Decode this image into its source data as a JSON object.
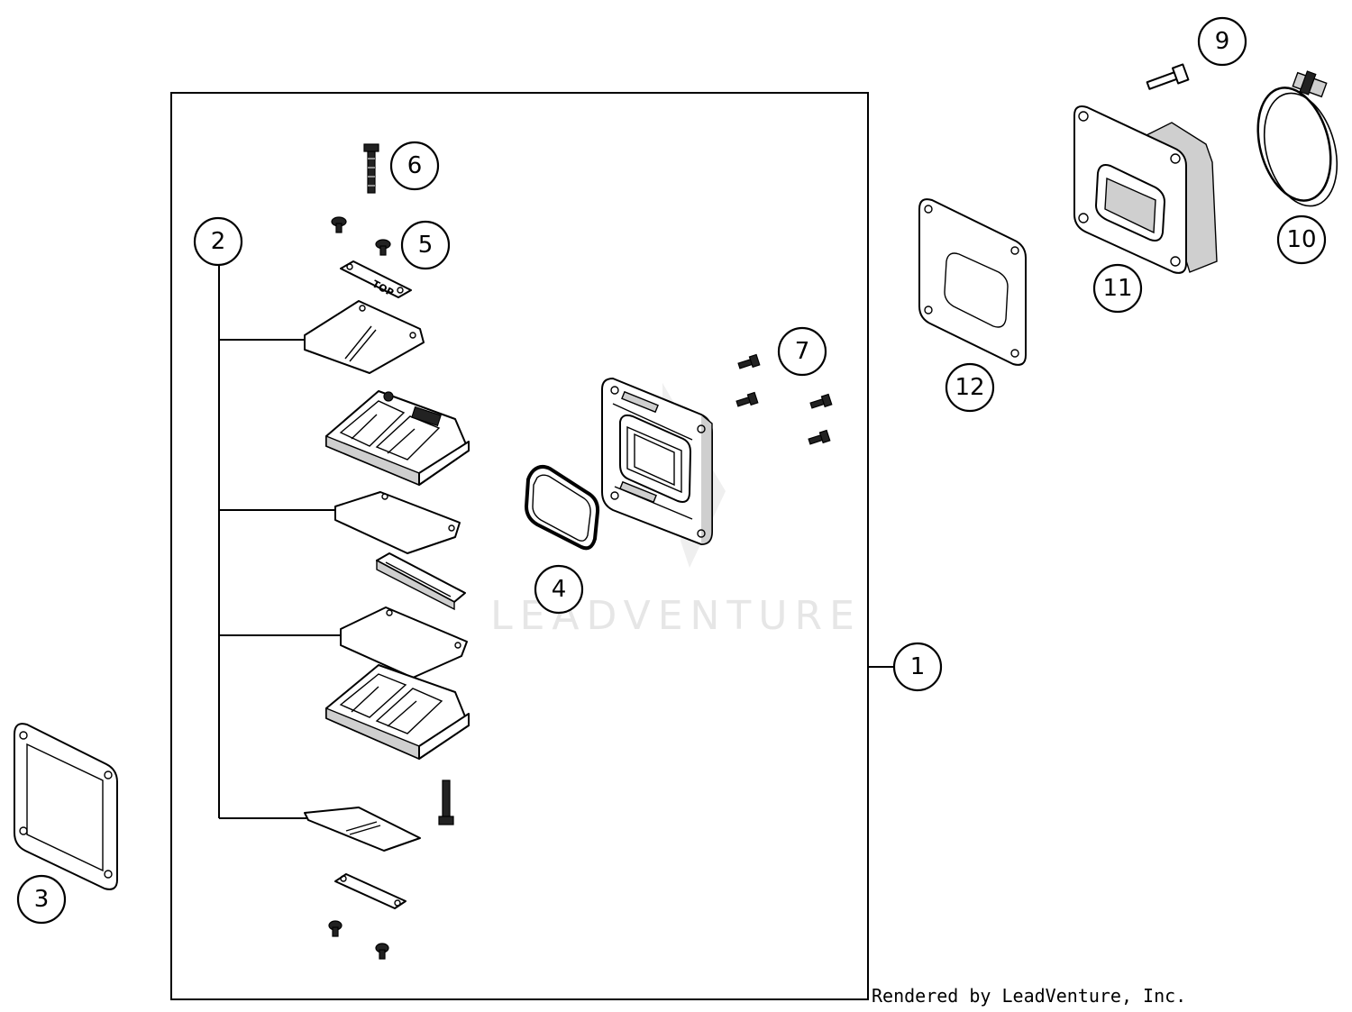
{
  "callouts": [
    "1",
    "2",
    "3",
    "4",
    "5",
    "6",
    "7",
    "9",
    "10",
    "11",
    "12"
  ],
  "watermark": "LEADVENTURE",
  "part_label": "TOP",
  "credit": "Rendered by LeadVenture, Inc."
}
